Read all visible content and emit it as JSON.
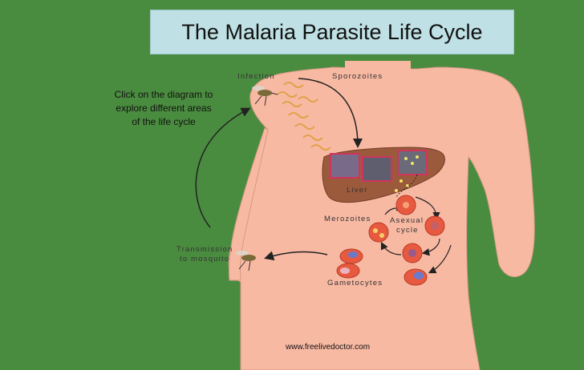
{
  "title": "The Malaria Parasite Life Cycle",
  "instructions": "Click on the diagram to explore different areas of the life cycle",
  "labels": {
    "infection": "Infection",
    "sporozoites": "Sporozoites",
    "liver": "Liver",
    "merozoites": "Merozoites",
    "asexual_line1": "Asexual",
    "asexual_line2": "cycle",
    "transmission_line1": "Transmission",
    "transmission_line2": "to mosquito",
    "gametocytes": "Gametocytes"
  },
  "credit": "www.freelivedoctor.com",
  "colors": {
    "background": "#4a8c3f",
    "title_box": "#bfe0e4",
    "skin": "#f8b9a3",
    "liver": "#9c5a3c",
    "cell": "#e85a3f"
  }
}
